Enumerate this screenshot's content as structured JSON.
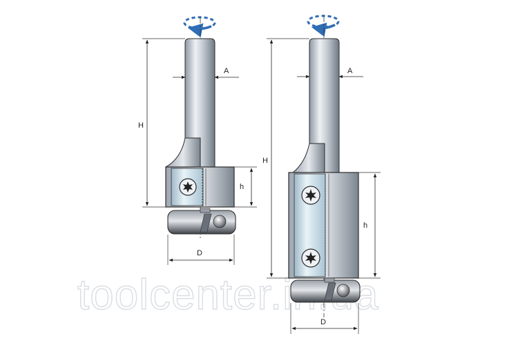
{
  "labels": {
    "left_A": "A",
    "left_H": "H",
    "left_h": "h",
    "left_D": "D",
    "right_A": "A",
    "right_H": "H",
    "right_h": "h",
    "right_D": "D"
  },
  "watermark": "toolcenter.in.ua",
  "colors": {
    "rotation_arrow": "#2f6db5",
    "shank": "#b8c1cb",
    "blade": "#c6dde8",
    "bearing": "#5b6068",
    "outline": "#2b2b2b"
  }
}
